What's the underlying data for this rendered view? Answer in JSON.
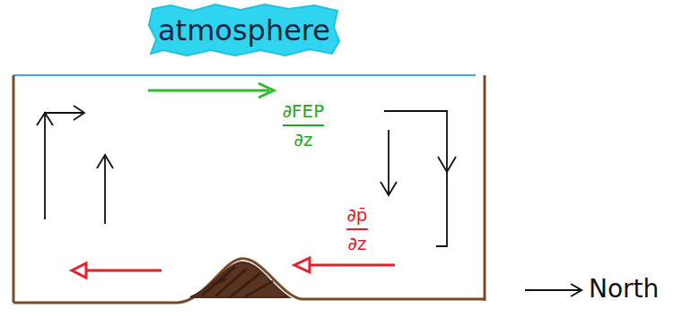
{
  "diagram": {
    "labels": [
      "atmosphere",
      "∂FEP ∂z",
      "∂p̄ ∂z",
      "North"
    ]
  }
}
